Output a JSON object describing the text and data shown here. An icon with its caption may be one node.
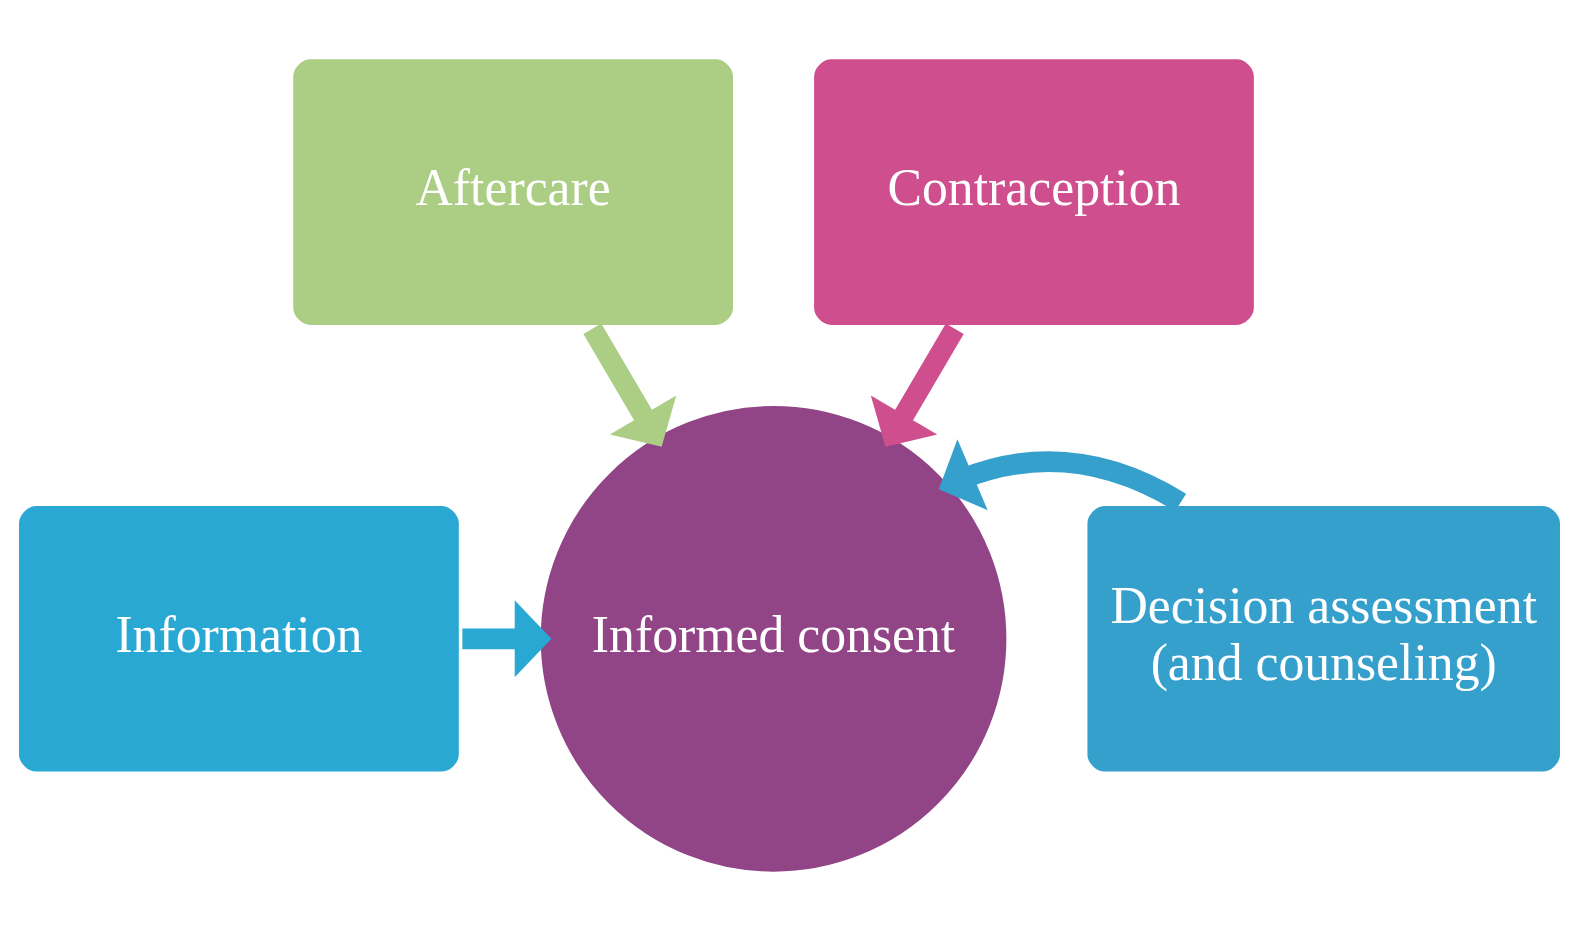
{
  "diagram": {
    "nodes": [
      {
        "text": [
          "Aftercare"
        ]
      },
      {
        "text": [
          "Contraception"
        ]
      },
      {
        "text": [
          "Information"
        ]
      },
      {
        "text": [
          "Decision assessment (and counseling)"
        ]
      },
      {
        "text": [
          "Informed consent"
        ]
      }
    ],
    "edges": [
      {
        "from": 0,
        "to": 4,
        "arrow": "to",
        "color": "#abcd84"
      },
      {
        "from": 1,
        "to": 4,
        "arrow": "to",
        "color": "#cf4f8e"
      },
      {
        "from": 2,
        "to": 4,
        "arrow": "to",
        "color": "#29a8d4"
      },
      {
        "from": 3,
        "to": 4,
        "arrow": "to",
        "color": "#35a0cc"
      }
    ]
  }
}
